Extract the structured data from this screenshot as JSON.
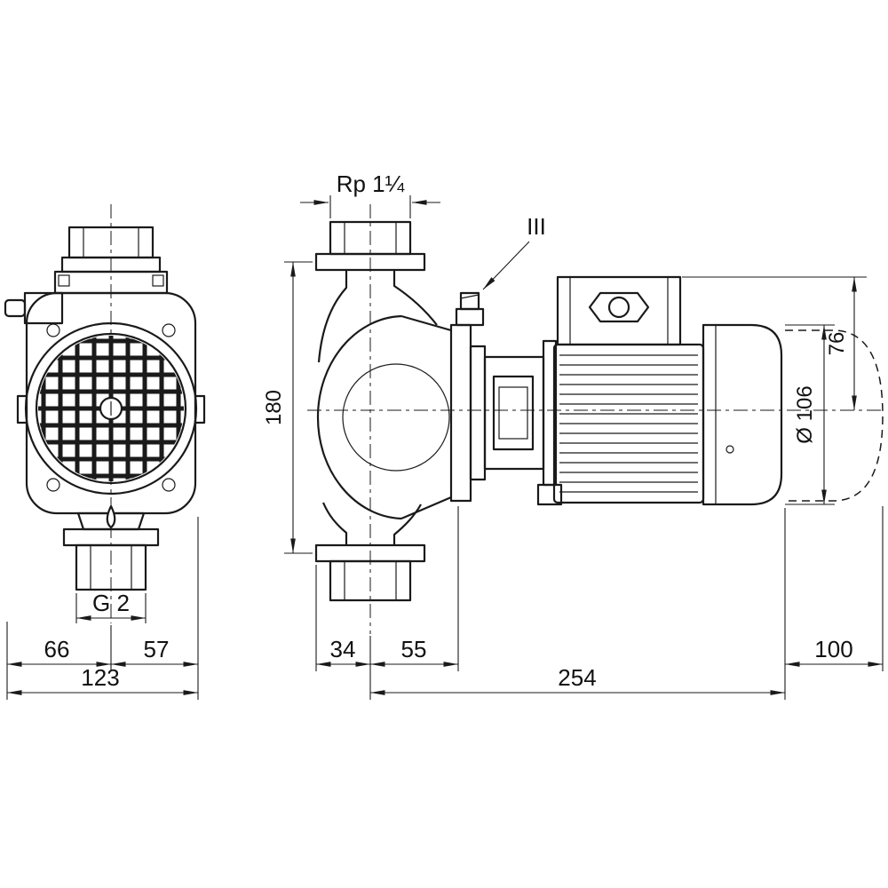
{
  "labels": {
    "thread_top": "Rp 1¼",
    "vent": "III",
    "port_height": "180",
    "axis_to_top": "76",
    "motor_diameter": "Ø 106",
    "thread_bottom": "G 2",
    "front_width_left": "66",
    "front_width_right": "57",
    "front_width_total": "123",
    "foot_offset": "34",
    "seal_offset": "55",
    "total_length": "254",
    "clearance": "100"
  }
}
